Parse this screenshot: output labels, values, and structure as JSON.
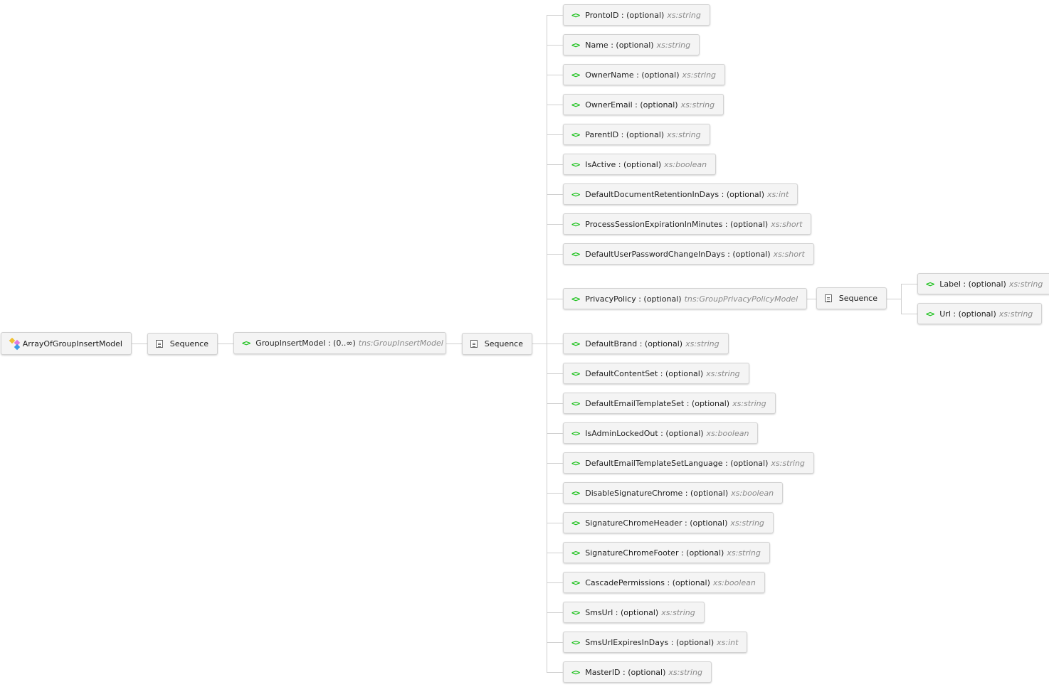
{
  "root": {
    "name": "ArrayOfGroupInsertModel",
    "icon": "complex-type-icon"
  },
  "sequence_label": "Sequence",
  "group": {
    "name": "GroupInsertModel",
    "occurs": "(0..∞)",
    "type": "tns:GroupInsertModel"
  },
  "element_icon": "<>",
  "fields": [
    {
      "name": "ProntoID",
      "occurs": "(optional)",
      "type": "xs:string"
    },
    {
      "name": "Name",
      "occurs": "(optional)",
      "type": "xs:string"
    },
    {
      "name": "OwnerName",
      "occurs": "(optional)",
      "type": "xs:string"
    },
    {
      "name": "OwnerEmail",
      "occurs": "(optional)",
      "type": "xs:string"
    },
    {
      "name": "ParentID",
      "occurs": "(optional)",
      "type": "xs:string"
    },
    {
      "name": "IsActive",
      "occurs": "(optional)",
      "type": "xs:boolean"
    },
    {
      "name": "DefaultDocumentRetentionInDays",
      "occurs": "(optional)",
      "type": "xs:int"
    },
    {
      "name": "ProcessSessionExpirationInMinutes",
      "occurs": "(optional)",
      "type": "xs:short"
    },
    {
      "name": "DefaultUserPasswordChangeInDays",
      "occurs": "(optional)",
      "type": "xs:short"
    },
    {
      "name": "PrivacyPolicy",
      "occurs": "(optional)",
      "type": "tns:GroupPrivacyPolicyModel"
    },
    {
      "name": "DefaultBrand",
      "occurs": "(optional)",
      "type": "xs:string"
    },
    {
      "name": "DefaultContentSet",
      "occurs": "(optional)",
      "type": "xs:string"
    },
    {
      "name": "DefaultEmailTemplateSet",
      "occurs": "(optional)",
      "type": "xs:string"
    },
    {
      "name": "IsAdminLockedOut",
      "occurs": "(optional)",
      "type": "xs:boolean"
    },
    {
      "name": "DefaultEmailTemplateSetLanguage",
      "occurs": "(optional)",
      "type": "xs:string"
    },
    {
      "name": "DisableSignatureChrome",
      "occurs": "(optional)",
      "type": "xs:boolean"
    },
    {
      "name": "SignatureChromeHeader",
      "occurs": "(optional)",
      "type": "xs:string"
    },
    {
      "name": "SignatureChromeFooter",
      "occurs": "(optional)",
      "type": "xs:string"
    },
    {
      "name": "CascadePermissions",
      "occurs": "(optional)",
      "type": "xs:boolean"
    },
    {
      "name": "SmsUrl",
      "occurs": "(optional)",
      "type": "xs:string"
    },
    {
      "name": "SmsUrlExpiresInDays",
      "occurs": "(optional)",
      "type": "xs:int"
    },
    {
      "name": "MasterID",
      "occurs": "(optional)",
      "type": "xs:string"
    }
  ],
  "privacy_fields": [
    {
      "name": "Label",
      "occurs": "(optional)",
      "type": "xs:string"
    },
    {
      "name": "Url",
      "occurs": "(optional)",
      "type": "xs:string"
    }
  ]
}
